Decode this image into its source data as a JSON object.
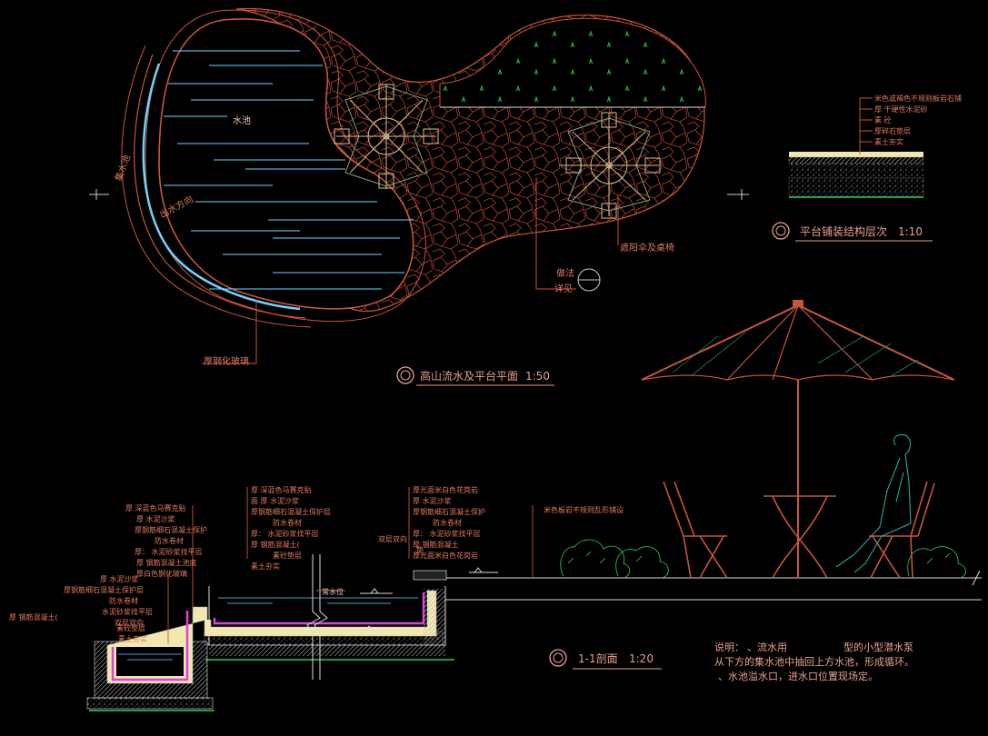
{
  "plan": {
    "title": "高山流水及平台平面",
    "scale": "1:50",
    "labels": {
      "pool": "水池",
      "collect_pool": "集水池",
      "flow_dir": "出水方向",
      "glass": "厚钢化玻璃",
      "umbrella": "遮阳伞及桌椅",
      "method": "做法",
      "detail": "详见"
    }
  },
  "platform_detail": {
    "title": "平台铺装结构层次",
    "scale": "1:10",
    "layers": [
      "米色或褐色不规则板岩石铺",
      "厚   干硬性水泥砂",
      "素   砼",
      "厚碎石垫层",
      "素土夯实"
    ]
  },
  "section": {
    "title": "1-1剖面",
    "scale": "1:20",
    "left_labels": [
      "厚      深蓝色马赛克贴",
      "厚      水泥沙浆",
      "厚钢筋细石混凝土保护",
      "防水卷材",
      "厚：   水泥砂浆找平层",
      "厚      钢筋混凝土池底",
      "厚白色钢化玻璃"
    ],
    "far_left_labels": [
      "厚      水泥沙浆",
      "厚钢筋细石混凝土保护层",
      "防水卷材",
      "水泥砂浆找平层",
      "双层双向",
      "素砼垫层",
      "素土夯实"
    ],
    "far_left_extra": "厚    钢筋混凝土(",
    "mid_labels": [
      "厚      深蓝色马赛克贴",
      "面    厚    水泥沙浆",
      "厚钢筋细石混凝土保护层",
      "防水卷材",
      "厚：   水泥砂浆找平层",
      "厚      钢筋混凝土(",
      "素砼垫层",
      "素土夯实"
    ],
    "right_labels": [
      "厚光面米白色花岗岩",
      "厚      水泥沙浆",
      "厚钢筋细石混凝土保护",
      "防水卷材",
      "厚：   水泥砂浆找平层",
      "厚      钢筋混凝土",
      "厚光面米白色花岗岩"
    ],
    "right_extra": [
      "双层双向",
      "垫"
    ],
    "far_right_label": "米色板岩不规则乱形铺设",
    "water_level": "常水位"
  },
  "notes": {
    "title": "说明：",
    "line1_a": "、流水用",
    "line1_b": "型的小型潜水泵",
    "line2": "从下方的集水池中抽回上方水池，形成循环。",
    "line3": "、水池溢水口，进水口位置现场定。"
  },
  "colors": {
    "line_orange": "#c8553d",
    "water_blue": "#6fd3ff",
    "plant_green": "#33cc55",
    "umbrella_green": "#1e8c5a",
    "magenta": "#e040e0",
    "figure_teal": "#2aa7a0"
  }
}
